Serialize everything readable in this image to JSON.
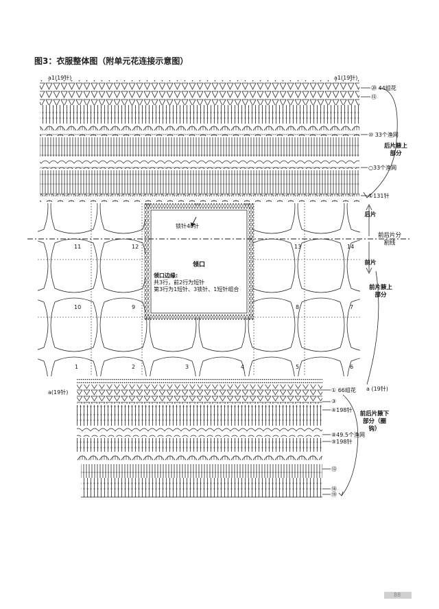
{
  "title": "图3：衣服整体图（附单元花连接示意图）",
  "top_left_marker": "a1(19针)",
  "top_right_marker": "a1(19针)",
  "bottom_left_marker": "a(19针)",
  "bottom_right_marker": "a (19针)",
  "right_labels": {
    "r20": "⑳ 44组花",
    "r13": "⑬",
    "r10": "⑩ 33个渔网",
    "r33b": "33个渔网",
    "r131": "①131针",
    "r1": "① 66组花",
    "r3": "③",
    "r4": "④198针",
    "r8": "⑧49.5个渔网",
    "r9": "⑨198针",
    "r13b": "⑬",
    "r18": "⑱",
    "r19": "⑲"
  },
  "sections": {
    "back_upper": "后片腋上部分",
    "back": "后片",
    "split": "前后片分割线",
    "front": "前片",
    "front_upper": "前片腋上部分",
    "lower": "前后片腋下部分（圈钩）"
  },
  "neck": {
    "title": "领口",
    "stitches": "锁针40针",
    "edge_title": "领口边缘:",
    "edge_line1": "共3行，前2行为短针",
    "edge_line2": "第3行为1短针、3锁针、1短针组合"
  },
  "motif_numbers": [
    "1",
    "2",
    "3",
    "4",
    "5",
    "6",
    "7",
    "8",
    "9",
    "10",
    "11",
    "12",
    "13",
    "14"
  ],
  "page_mark": "88"
}
